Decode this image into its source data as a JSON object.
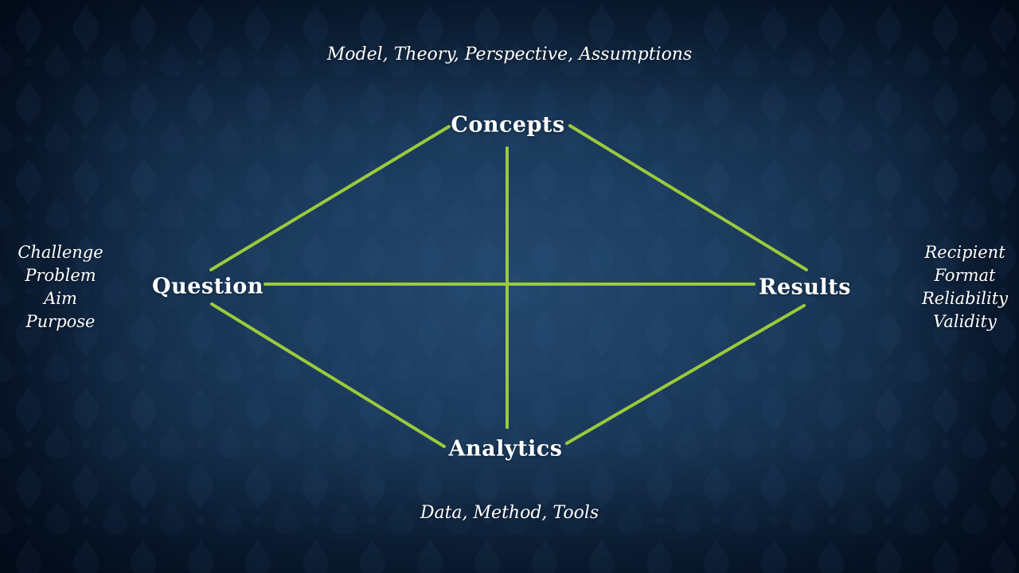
{
  "slide": {
    "type": "presentation-diagram",
    "background_center_color": "#24486e",
    "background_edge_color": "#071222",
    "pattern_color": "#3c6592",
    "line_color": "#9bca3b",
    "text_color": "#ffffff"
  },
  "nodes": {
    "concepts": "Concepts",
    "question": "Question",
    "results": "Results",
    "analytics": "Analytics"
  },
  "annotations": {
    "top": "Model, Theory, Perspective, Assumptions",
    "bottom": "Data, Method, Tools",
    "left": [
      "Challenge",
      "Problem",
      "Aim",
      "Purpose"
    ],
    "right": [
      "Recipient",
      "Format",
      "Reliability",
      "Validity"
    ]
  },
  "chart_data": {
    "type": "diagram",
    "title": "",
    "structure": "Four concepts arranged in a diamond, all pairwise connected",
    "nodes": [
      "Concepts",
      "Question",
      "Results",
      "Analytics"
    ],
    "edges": [
      [
        "Question",
        "Concepts"
      ],
      [
        "Concepts",
        "Results"
      ],
      [
        "Question",
        "Analytics"
      ],
      [
        "Analytics",
        "Results"
      ],
      [
        "Question",
        "Results"
      ],
      [
        "Concepts",
        "Analytics"
      ]
    ]
  }
}
